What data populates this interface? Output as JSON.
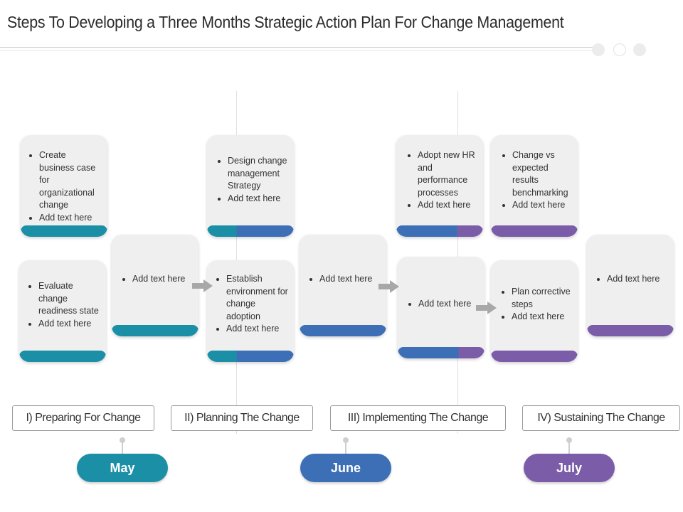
{
  "title": "Steps To Developing a Three Months Strategic Action Plan For Change Management",
  "cards": [
    {
      "items": [
        "Create business case for organizational change",
        "Add text here"
      ]
    },
    {
      "items": [
        "Evaluate change readiness state",
        "Add text here"
      ]
    },
    {
      "items": [
        "Add text here"
      ]
    },
    {
      "items": [
        "Design change management Strategy",
        "Add text here"
      ]
    },
    {
      "items": [
        "Establish environment for change adoption",
        "Add text here"
      ]
    },
    {
      "items": [
        "Add text here"
      ]
    },
    {
      "items": [
        "Adopt new HR and performance processes",
        "Add text here"
      ]
    },
    {
      "items": [
        "Add text here"
      ]
    },
    {
      "items": [
        "Change vs expected results benchmarking",
        "Add text here"
      ]
    },
    {
      "items": [
        "Plan corrective steps",
        "Add text here"
      ]
    },
    {
      "items": [
        "Add text here"
      ]
    }
  ],
  "phases": [
    "I) Preparing For Change",
    "II) Planning The Change",
    "III) Implementing The Change",
    "IV) Sustaining The Change"
  ],
  "months": [
    "May",
    "June",
    "July"
  ],
  "colors": {
    "teal": "#1b8fa6",
    "blue": "#3d6fb6",
    "purple": "#7a5ca8",
    "card": "#efefef"
  }
}
